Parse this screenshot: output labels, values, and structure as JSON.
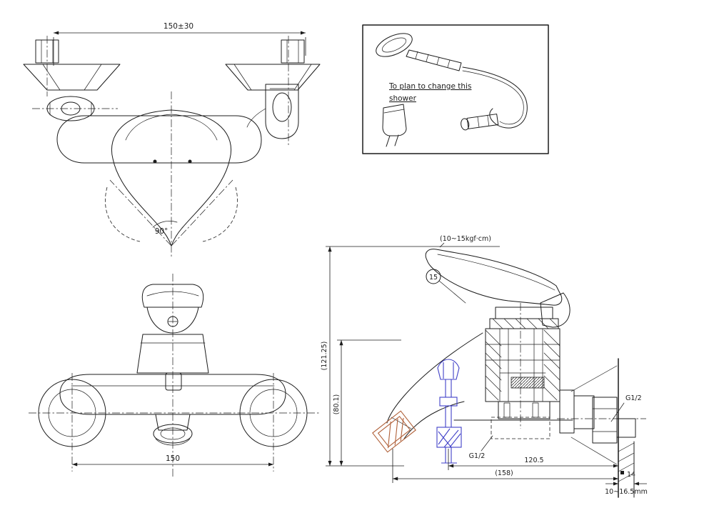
{
  "colors": {
    "ink": "#1c1c1c",
    "accent-orange": "#b06038",
    "accent-blue": "#4040c8"
  },
  "drawing": {
    "top_view": {
      "dim_width": "150±30",
      "angle": "90°"
    },
    "shower_note": {
      "line1": "To plan to change this",
      "line2": "shower"
    },
    "front_view": {
      "dim_width": "150"
    },
    "section_view": {
      "torque": "(10~15kgf·cm)",
      "height_total": "(121.25)",
      "height_partial": "(80.1)",
      "balloon": "15",
      "thread_wall": "G1/2",
      "thread_inlet": "G1/2",
      "depth": "120.5",
      "depth_total": "(158)",
      "wall_offset": "14",
      "wall_range": "10~16.5mm"
    }
  }
}
